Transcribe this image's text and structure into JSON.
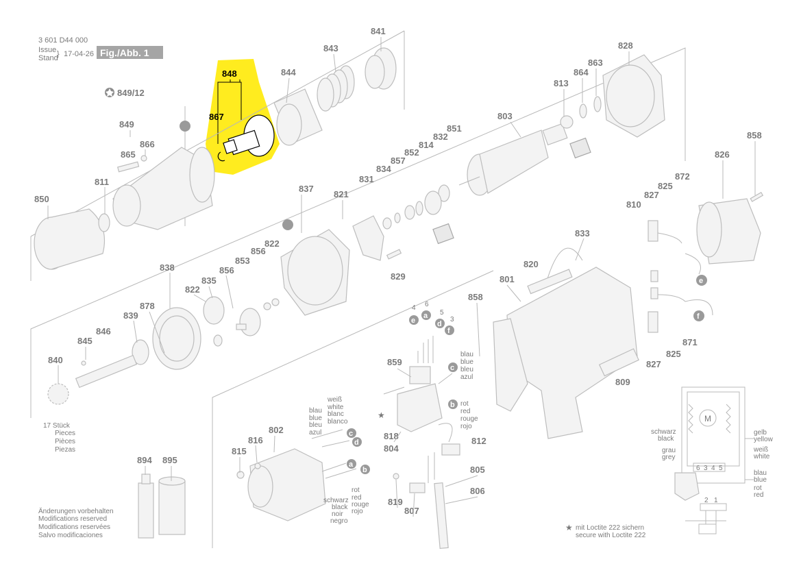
{
  "header": {
    "doc_number": "3 601 D44 000",
    "issue_label": "Issue",
    "stand_label": "Stand",
    "date": "17-04-26",
    "fig_label": "Fig./Abb. 1"
  },
  "set_label": "849/12",
  "highlight": {
    "color": "#ffec1f",
    "parts": [
      "848",
      "867"
    ]
  },
  "parts": {
    "p841": "841",
    "p843": "843",
    "p844": "844",
    "p848": "848",
    "p867": "867",
    "p849": "849",
    "p865": "865",
    "p866": "866",
    "p811": "811",
    "p850": "850",
    "p803": "803",
    "p813": "813",
    "p864": "864",
    "p863": "863",
    "p828": "828",
    "p858a": "858",
    "p826": "826",
    "p851": "851",
    "p832": "832",
    "p814": "814",
    "p852": "852",
    "p857": "857",
    "p834": "834",
    "p831": "831",
    "p837": "837",
    "p821": "821",
    "p822a": "822",
    "p856a": "856",
    "p853": "853",
    "p829": "829",
    "p838": "838",
    "p822b": "822",
    "p835": "835",
    "p856b": "856",
    "p878": "878",
    "p839": "839",
    "p846": "846",
    "p845": "845",
    "p840": "840",
    "p833": "833",
    "p820": "820",
    "p801": "801",
    "p858b": "858",
    "p810": "810",
    "p827a": "827",
    "p825a": "825",
    "p872": "872",
    "p827b": "827",
    "p825b": "825",
    "p871": "871",
    "p809": "809",
    "p859": "859",
    "p818": "818",
    "p804": "804",
    "p812": "812",
    "p802": "802",
    "p816": "816",
    "p815": "815",
    "p805": "805",
    "p806": "806",
    "p819": "819",
    "p807": "807",
    "p894": "894",
    "p895": "895"
  },
  "pieces_note": [
    "17 Stück",
    "Pieces",
    "Pièces",
    "Piezas"
  ],
  "footer_notes": [
    "Änderungen vorbehalten",
    "Modifications reserved",
    "Modifications reservées",
    "Salvo modificaciones"
  ],
  "loctite_note": [
    "mit Loctite 222 sichern",
    "secure with Loctite 222"
  ],
  "wire_labels": {
    "top_nums": [
      "4",
      "6",
      "5",
      "3"
    ],
    "top_letters": [
      "e",
      "a",
      "d",
      "f"
    ],
    "c_label": "c",
    "blau": [
      "blau",
      "blue",
      "bleu",
      "azul"
    ],
    "b_label": "b",
    "rot": [
      "rot",
      "red",
      "rouge",
      "rojo"
    ],
    "weiss": [
      "weiß",
      "white",
      "blanc",
      "blanco"
    ],
    "schwarz": [
      "schwarz",
      "black",
      "noir",
      "negro"
    ],
    "letters_motor": [
      "c",
      "d",
      "a",
      "b"
    ],
    "e_label": "e",
    "f_label": "f"
  },
  "schematic": {
    "schwarz": [
      "schwarz",
      "black"
    ],
    "grau": [
      "grau",
      "grey"
    ],
    "gelb": [
      "gelb",
      "yellow"
    ],
    "weiss": [
      "weiß",
      "white"
    ],
    "blau": [
      "blau",
      "blue"
    ],
    "rot": [
      "rot",
      "red"
    ],
    "terminals": [
      "6",
      "3",
      "4",
      "5"
    ],
    "motor": "M",
    "bottom_nums": [
      "2",
      "1"
    ]
  }
}
